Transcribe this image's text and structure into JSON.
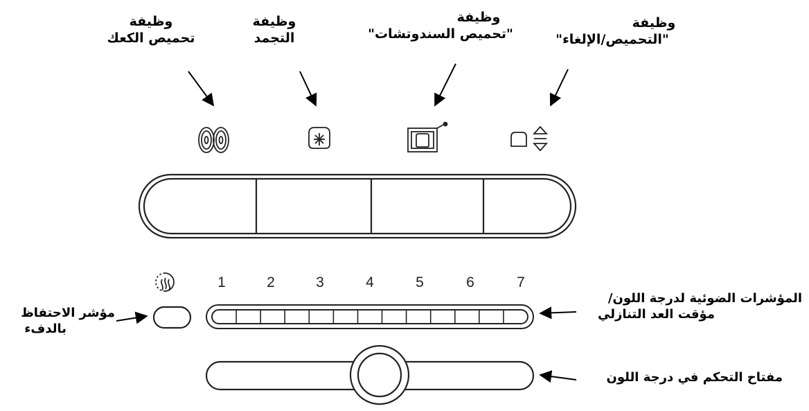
{
  "labels": {
    "bagel": {
      "line1": "وظيفة",
      "line2": "تحميص الكعك"
    },
    "defrost": {
      "line1": "وظيفة",
      "line2": "التجمد"
    },
    "sandwich": {
      "line1": "وظيفة",
      "line2": "\"تحميص السندوتشات\""
    },
    "toast_cancel": {
      "line1": "وظيفة",
      "line2": "\"التحميص/الإلغاء\""
    },
    "keep_warm": {
      "line1": "مؤشر الاحتفاظ",
      "line2": "بالدفء"
    },
    "color_lights": {
      "line1": "المؤشرات الضوئية لدرجة اللون/",
      "line2": "مؤقت العد التنازلي"
    },
    "shade_knob": {
      "line1": "مفتاح التحكم في درجة اللون"
    }
  },
  "shade_numbers": [
    "1",
    "2",
    "3",
    "4",
    "5",
    "6",
    "7"
  ],
  "icons": [
    "bagel-icon",
    "defrost-icon",
    "sandwich-icon",
    "toast-cancel-icon",
    "keep-warm-icon"
  ],
  "colors": {
    "ink": "#000000",
    "line": "#333333",
    "background": "#ffffff"
  }
}
